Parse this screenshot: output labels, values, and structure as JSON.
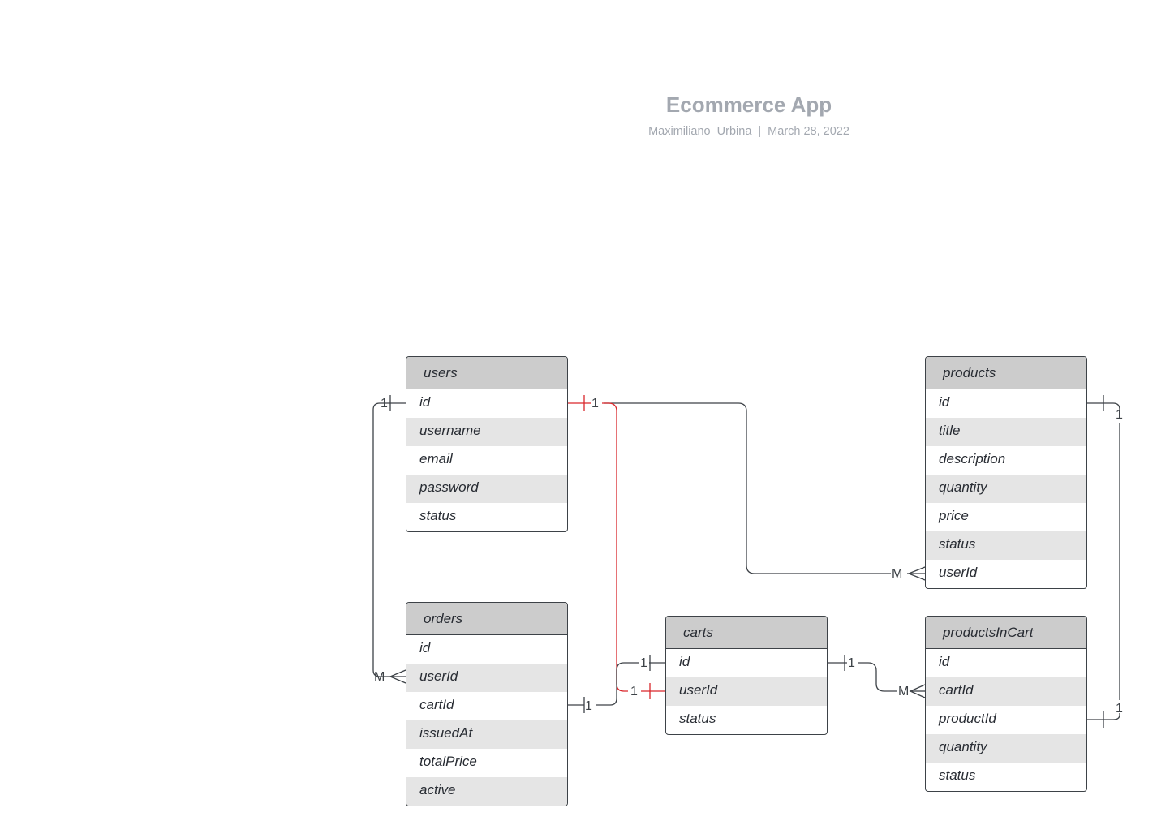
{
  "document": {
    "title": "Ecommerce App",
    "author": "Maximiliano  Urbina",
    "separator": "|",
    "date": "March 28, 2022"
  },
  "colors": {
    "line": "#3d4247",
    "highlight": "#d9262b",
    "header_fill": "#cccccc",
    "row_alt_fill": "#e5e5e5",
    "title_text": "#a3a8b0"
  },
  "entities": {
    "users": {
      "name": "users",
      "fields": [
        "id",
        "username",
        "email",
        "password",
        "status"
      ]
    },
    "products": {
      "name": "products",
      "fields": [
        "id",
        "title",
        "description",
        "quantity",
        "price",
        "status",
        "userId"
      ]
    },
    "orders": {
      "name": "orders",
      "fields": [
        "id",
        "userId",
        "cartId",
        "issuedAt",
        "totalPrice",
        "active"
      ]
    },
    "carts": {
      "name": "carts",
      "fields": [
        "id",
        "userId",
        "status"
      ]
    },
    "productsInCart": {
      "name": "productsInCart",
      "fields": [
        "id",
        "cartId",
        "productId",
        "quantity",
        "status"
      ]
    }
  },
  "relationships": [
    {
      "from": "users.id",
      "to": "orders.userId",
      "from_card": "1",
      "to_card": "M",
      "highlighted": false
    },
    {
      "from": "users.id",
      "to": "products.userId",
      "from_card": "1",
      "to_card": "M",
      "highlighted": false
    },
    {
      "from": "users.id",
      "to": "carts.userId",
      "from_card": "1",
      "to_card": "1",
      "highlighted": true
    },
    {
      "from": "orders.cartId",
      "to": "carts.id",
      "from_card": "1",
      "to_card": "1",
      "highlighted": false
    },
    {
      "from": "carts.id",
      "to": "productsInCart.cartId",
      "from_card": "1",
      "to_card": "M",
      "highlighted": false
    },
    {
      "from": "products.id",
      "to": "productsInCart.productId",
      "from_card": "1",
      "to_card": "1",
      "highlighted": false
    }
  ]
}
